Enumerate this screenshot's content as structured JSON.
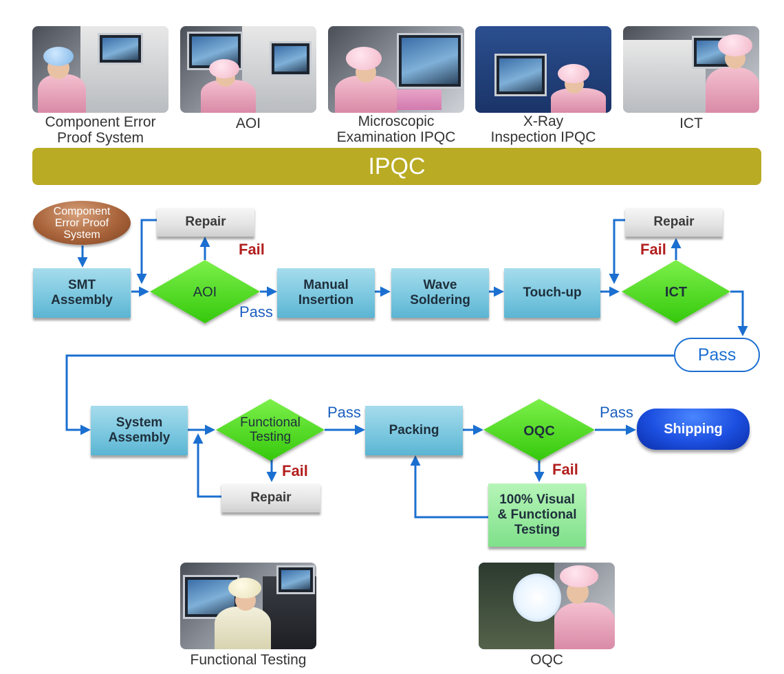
{
  "photos": [
    {
      "caption": "Component Error\nProof System"
    },
    {
      "caption": "AOI"
    },
    {
      "caption": "Microscopic\nExamination IPQC"
    },
    {
      "caption": "X-Ray\nInspection IPQC"
    },
    {
      "caption": "ICT"
    }
  ],
  "bottom_photos": [
    {
      "caption": "Functional Testing"
    },
    {
      "caption": "OQC"
    }
  ],
  "band": {
    "label": "IPQC"
  },
  "flow": {
    "component_error_proof": "Component\nError Proof\nSystem",
    "smt_assembly": "SMT\nAssembly",
    "aoi": "AOI",
    "manual_insertion": "Manual\nInsertion",
    "wave_soldering": "Wave\nSoldering",
    "touch_up": "Touch-up",
    "ict": "ICT",
    "repair_1": "Repair",
    "repair_2": "Repair",
    "repair_3": "Repair",
    "pass_pill": "Pass",
    "system_assembly": "System\nAssembly",
    "functional_testing": "Functional\nTesting",
    "packing": "Packing",
    "oqc": "OQC",
    "shipping": "Shipping",
    "visual_testing": "100% Visual\n& Functional\nTesting",
    "labels": {
      "fail": "Fail",
      "pass": "Pass"
    }
  },
  "colors": {
    "band": "#b9ab23",
    "arrow": "#1b6fd0",
    "diamond": "#4fe01f",
    "fail": "#b21e1e",
    "pass": "#1b5fbf"
  }
}
